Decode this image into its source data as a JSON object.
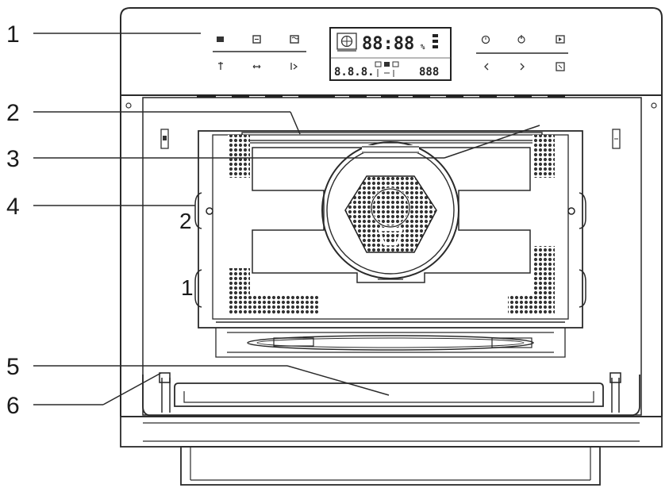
{
  "callouts": [
    "1",
    "2",
    "3",
    "4",
    "5",
    "6"
  ],
  "rack_levels": [
    "2",
    "1"
  ],
  "display": {
    "top_digits": "88:88",
    "bottom_left_digits": "8.8.8.",
    "bottom_right_digits": "888"
  },
  "colors": {
    "line": "#2a2a2a",
    "mesh": "#333333",
    "background": "#ffffff"
  },
  "control_icons": {
    "left_top": [
      "grill-icon",
      "convection-icon",
      "microwave-icon"
    ],
    "left_bottom": [
      "weight-icon",
      "defrost-icon",
      "combi-icon"
    ],
    "right_top": [
      "clock-icon",
      "power-level-icon",
      "start-icon"
    ],
    "right_bottom": [
      "left-arrow-icon",
      "right-arrow-icon",
      "stop-icon"
    ]
  }
}
